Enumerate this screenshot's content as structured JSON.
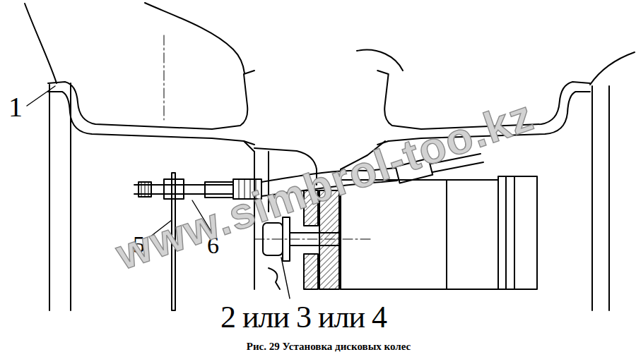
{
  "diagram": {
    "caption": "Рис. 29 Установка дисковых колес",
    "labels": [
      "1",
      "5",
      "6",
      "2 или 3 или 4",
      "www.simbrol-too.kz"
    ]
  }
}
